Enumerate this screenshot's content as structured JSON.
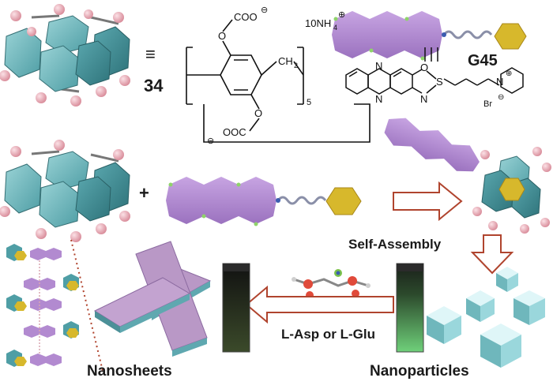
{
  "colors": {
    "macrocycle": "#6fb7bc",
    "macrocycle_dark": "#3f8b92",
    "bead": "#e9a7b3",
    "guest_chain": "#b28ad0",
    "guest_head": "#d7b82c",
    "arrow_outline": "#b0442e",
    "nanoparticle": "#8fd2d8",
    "nanosheet_top": "#b998c6",
    "nanosheet_side": "#6fb7bc",
    "vial_glow": "#8ad08a"
  },
  "labels": {
    "host_id": "34",
    "guest_id": "G45",
    "equiv_symbol": "≡",
    "plus": "+",
    "self_assembly": "Self-Assembly",
    "amino_acid": "L-Asp or L-Glu",
    "nanosheets": "Nanosheets",
    "nanoparticles": "Nanoparticles"
  },
  "chem": {
    "carboxylate_top": "COO",
    "carboxylate_bottom": "OOC",
    "charge_minus": "⊖",
    "charge_plus": "⊕",
    "oxygen": "O",
    "ch2": "CH",
    "ch2_sub": "2",
    "repeat": "5",
    "counterion": "10NH",
    "counterion_sub": "4",
    "nitrogen": "N",
    "sulfur": "S",
    "bromide": "Br"
  }
}
